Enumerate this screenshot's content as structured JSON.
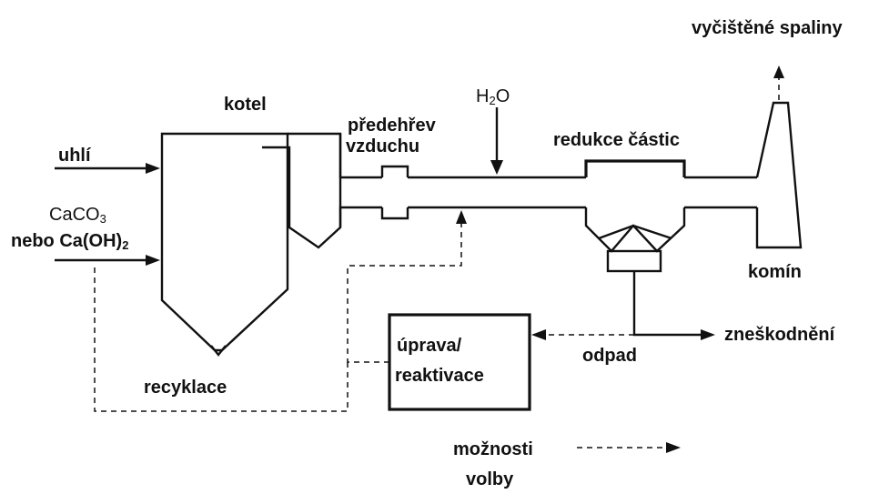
{
  "labels": {
    "kotel": "kotel",
    "predehrev_line1": "předehřev",
    "predehrev_line2": "vzduchu",
    "h2o_main": "H",
    "h2o_sub": "2",
    "h2o_tail": "O",
    "redukce": "redukce částic",
    "vycistene": "vyčištěné spaliny",
    "uhli": "uhlí",
    "caco3_main": "CaCO",
    "caco3_sub": "3",
    "nebo_main": "nebo Ca(OH)",
    "nebo_sub": "2",
    "komin": "komín",
    "uprava_line1": "úprava/",
    "uprava_line2": "reaktivace",
    "odpad": "odpad",
    "zneskodneni": "zneškodnění",
    "recyklace": "recyklace",
    "moznosti_line1": "možnosti",
    "moznosti_line2": "volby"
  }
}
